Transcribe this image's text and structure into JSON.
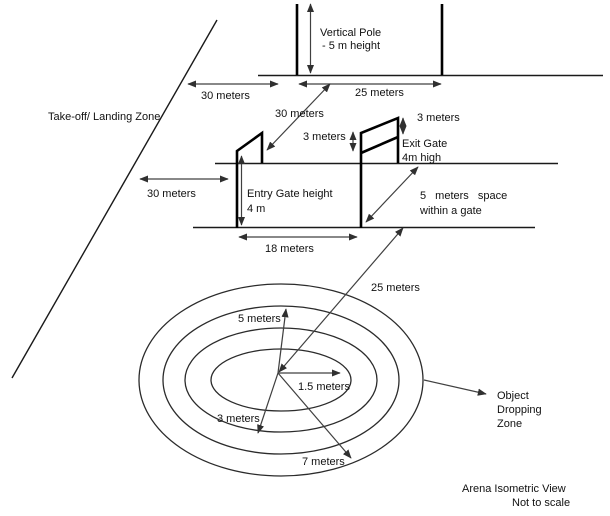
{
  "colors": {
    "line": "#000000",
    "measure_arrow": "#404040",
    "background": "#ffffff"
  },
  "takeoff_zone": {
    "label": "Take-off/ Landing Zone"
  },
  "poles": {
    "label_line1": "Vertical Pole",
    "label_line2": "- 5 m height",
    "spacing": "25 meters",
    "left_offset": "30 meters",
    "distance_to_gate": "30 meters"
  },
  "entry_gate": {
    "label_line1": "Entry Gate height",
    "label_line2": "4 m",
    "left_offset": "30 meters",
    "width": "18 meters"
  },
  "exit_gate": {
    "label_line1": "Exit Gate",
    "label_line2": "4m high",
    "depth_left": "3 meters",
    "depth_right": "3 meters",
    "space_line1": "5 meters space",
    "space_line2": "within a gate"
  },
  "dropping_zone": {
    "distance_from_gate": "25 meters",
    "radius_inner": "1.5 meters",
    "radius_second": "3 meters",
    "radius_third": "5 meters",
    "radius_outer": "7 meters",
    "label_line1": "Object",
    "label_line2": "Dropping",
    "label_line3": "Zone"
  },
  "footer": {
    "title": "Arena Isometric View",
    "note": "Not to scale"
  }
}
